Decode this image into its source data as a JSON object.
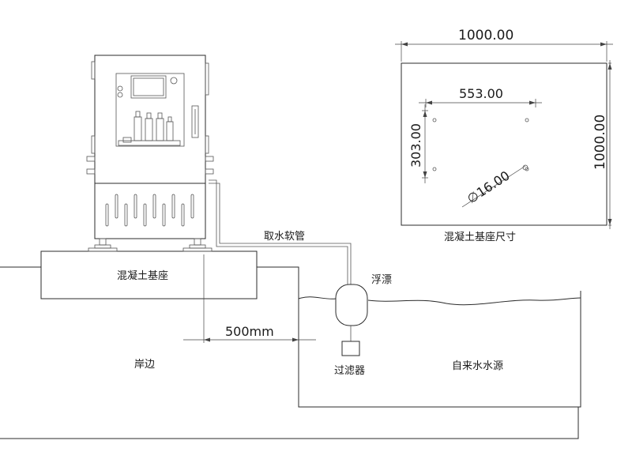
{
  "labels": {
    "concrete_base": "混凝土基座",
    "intake_hose": "取水软管",
    "float": "浮漂",
    "filter": "过滤器",
    "shore": "岸边",
    "tap_water_source": "自来水水源",
    "base_dimensions": "混凝土基座尺寸"
  },
  "dimensions": {
    "distance_to_water": "500mm",
    "base_width": "1000.00",
    "base_height": "1000.00",
    "bolt_spacing_x": "553.00",
    "bolt_spacing_y": "303.00",
    "hole_diameter": "16.00",
    "diameter_symbol": "∅"
  },
  "colors": {
    "line": "#2b2b2b",
    "text": "#1a1a1a"
  }
}
